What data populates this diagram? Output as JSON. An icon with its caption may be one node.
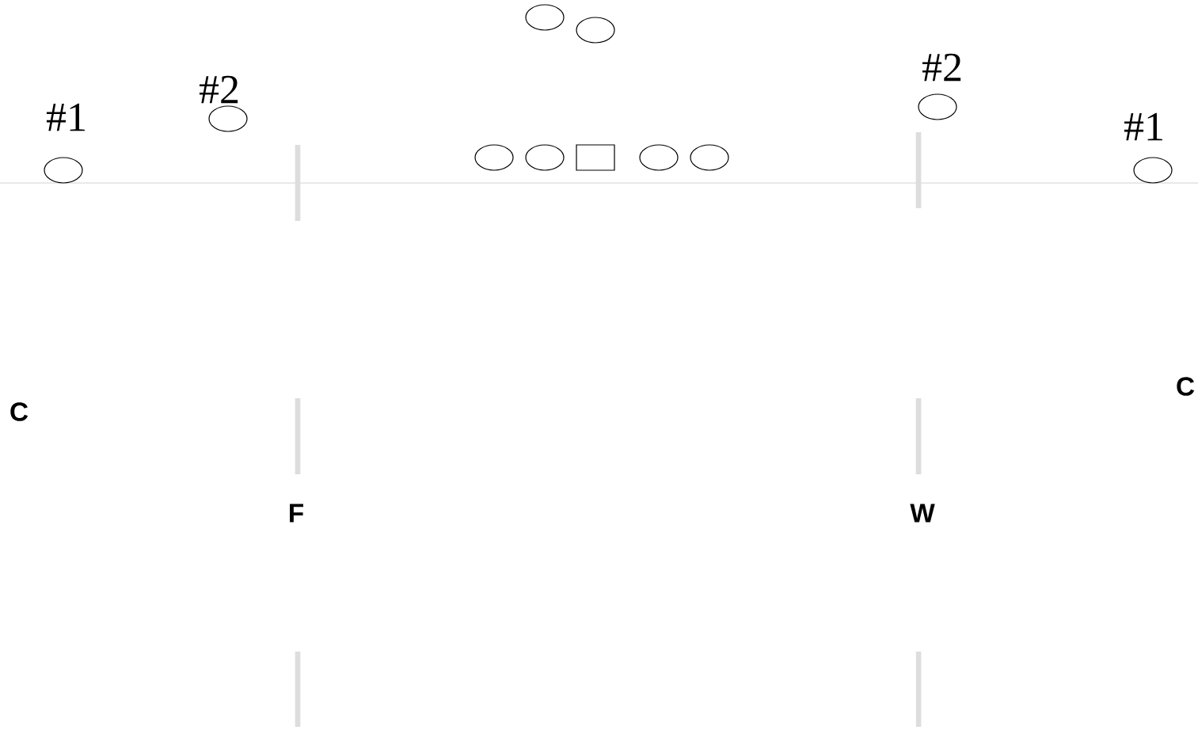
{
  "diagram": {
    "nodes": [
      {
        "text": [],
        "shape": "circle"
      },
      {
        "text": [],
        "shape": "circle"
      },
      {
        "text": [],
        "shape": "circle",
        "beside": [
          "#2"
        ]
      },
      {
        "text": [],
        "shape": "circle",
        "beside": [
          "#2"
        ]
      },
      {
        "text": [],
        "shape": "circle",
        "beside": [
          "#1"
        ]
      },
      {
        "text": [],
        "shape": "circle"
      },
      {
        "text": [],
        "shape": "circle"
      },
      {
        "text": [],
        "shape": "box"
      },
      {
        "text": [],
        "shape": "circle"
      },
      {
        "text": [],
        "shape": "circle"
      },
      {
        "text": [],
        "shape": "circle",
        "beside": [
          "#1"
        ]
      }
    ],
    "labels": [
      "C",
      "C",
      "F",
      "W"
    ]
  }
}
